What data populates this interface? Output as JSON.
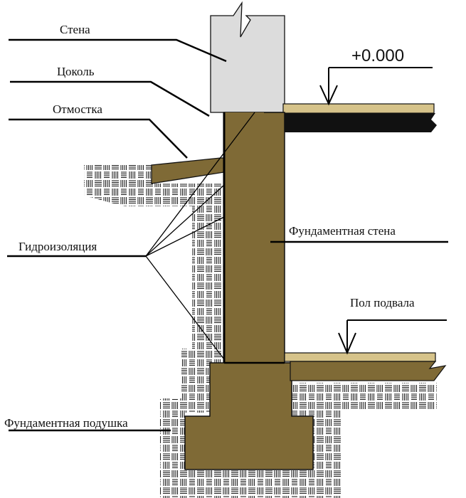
{
  "labels": {
    "wall": "Стена",
    "plinth": "Цоколь",
    "blind_area": "Отмостка",
    "waterproofing": "Гидроизоляция",
    "foundation_wall": "Фундаментная стена",
    "basement_floor": "Пол подвала",
    "foundation_pad": "Фундаментная подушка",
    "zero_level": "+0.000"
  },
  "colors": {
    "foundation": "#7f6a36",
    "floor_board": "#d6c38a",
    "wall": "#dcdcdc",
    "slab": "#111111",
    "soil_hatch": "#222222",
    "leader": "#000000"
  }
}
